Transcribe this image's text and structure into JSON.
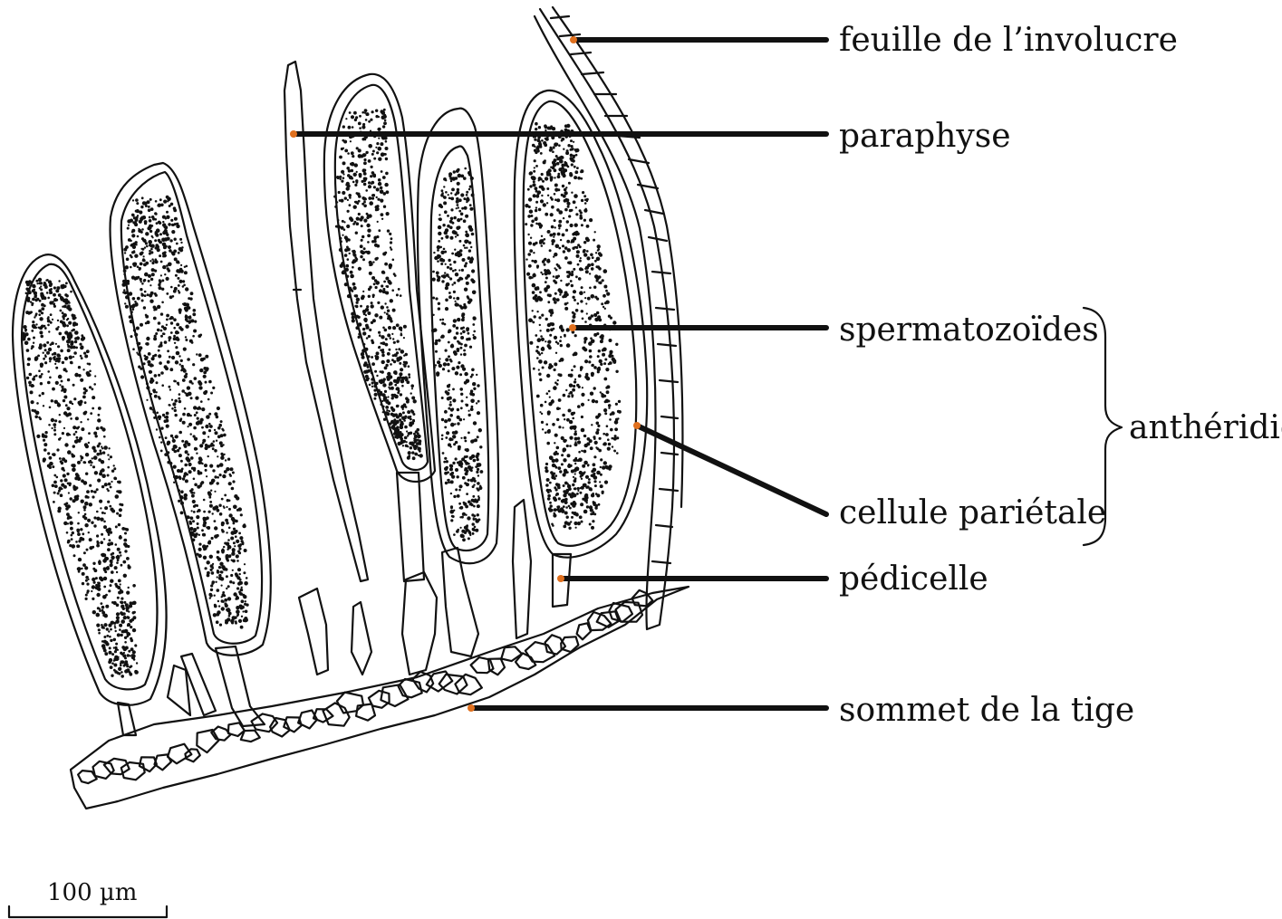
{
  "labels": {
    "involucre": "feuille de l’involucre",
    "paraphyse": "paraphyse",
    "spermatozoides": "spermatozoïdes",
    "cellule": "cellule pariétale",
    "pedicelle": "pédicelle",
    "sommet": "sommet de la tige",
    "antheridie": "anthéridie"
  },
  "scale_bar": {
    "text": "100 µm"
  },
  "colors": {
    "ink": "#111111",
    "pointer_dot": "#e0701e"
  }
}
